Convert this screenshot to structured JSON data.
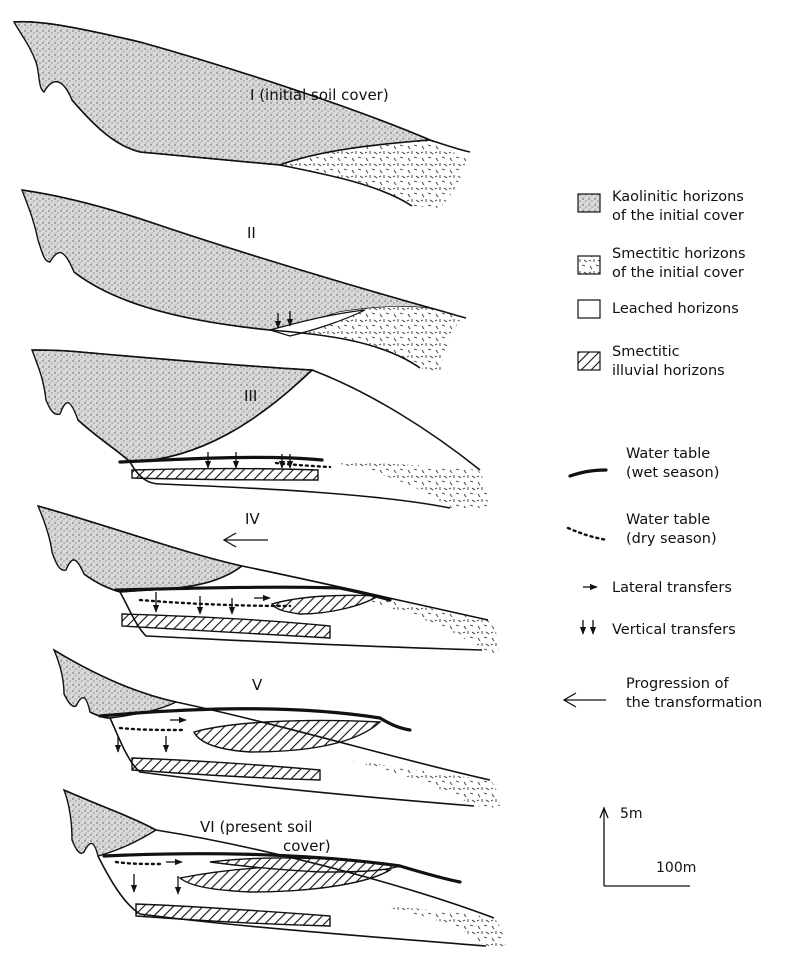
{
  "stages": [
    {
      "id": "I",
      "label": "I (initial soil cover)"
    },
    {
      "id": "II",
      "label": "II"
    },
    {
      "id": "III",
      "label": "III"
    },
    {
      "id": "IV",
      "label": "IV"
    },
    {
      "id": "V",
      "label": "V"
    },
    {
      "id": "VI",
      "label_line1": "VI (present soil",
      "label_line2": "cover)"
    }
  ],
  "legend": {
    "kaolinitic": {
      "line1": "Kaolinitic horizons",
      "line2": "of the initial cover"
    },
    "smectitic": {
      "line1": "Smectitic horizons",
      "line2": "of the initial cover"
    },
    "leached": {
      "line1": "Leached horizons"
    },
    "illuvial": {
      "line1": "Smectitic",
      "line2": "illuvial horizons"
    },
    "wet": {
      "line1": "Water table",
      "line2": "(wet season)"
    },
    "dry": {
      "line1": "Water table",
      "line2": "(dry season)"
    },
    "lateral": {
      "line1": "Lateral transfers"
    },
    "vertical": {
      "line1": "Vertical transfers"
    },
    "progression": {
      "line1": "Progression of",
      "line2": "the transformation"
    }
  },
  "scale": {
    "vertical": "5m",
    "horizontal": "100m"
  },
  "colors": {
    "ink": "#111111",
    "background": "#ffffff"
  }
}
